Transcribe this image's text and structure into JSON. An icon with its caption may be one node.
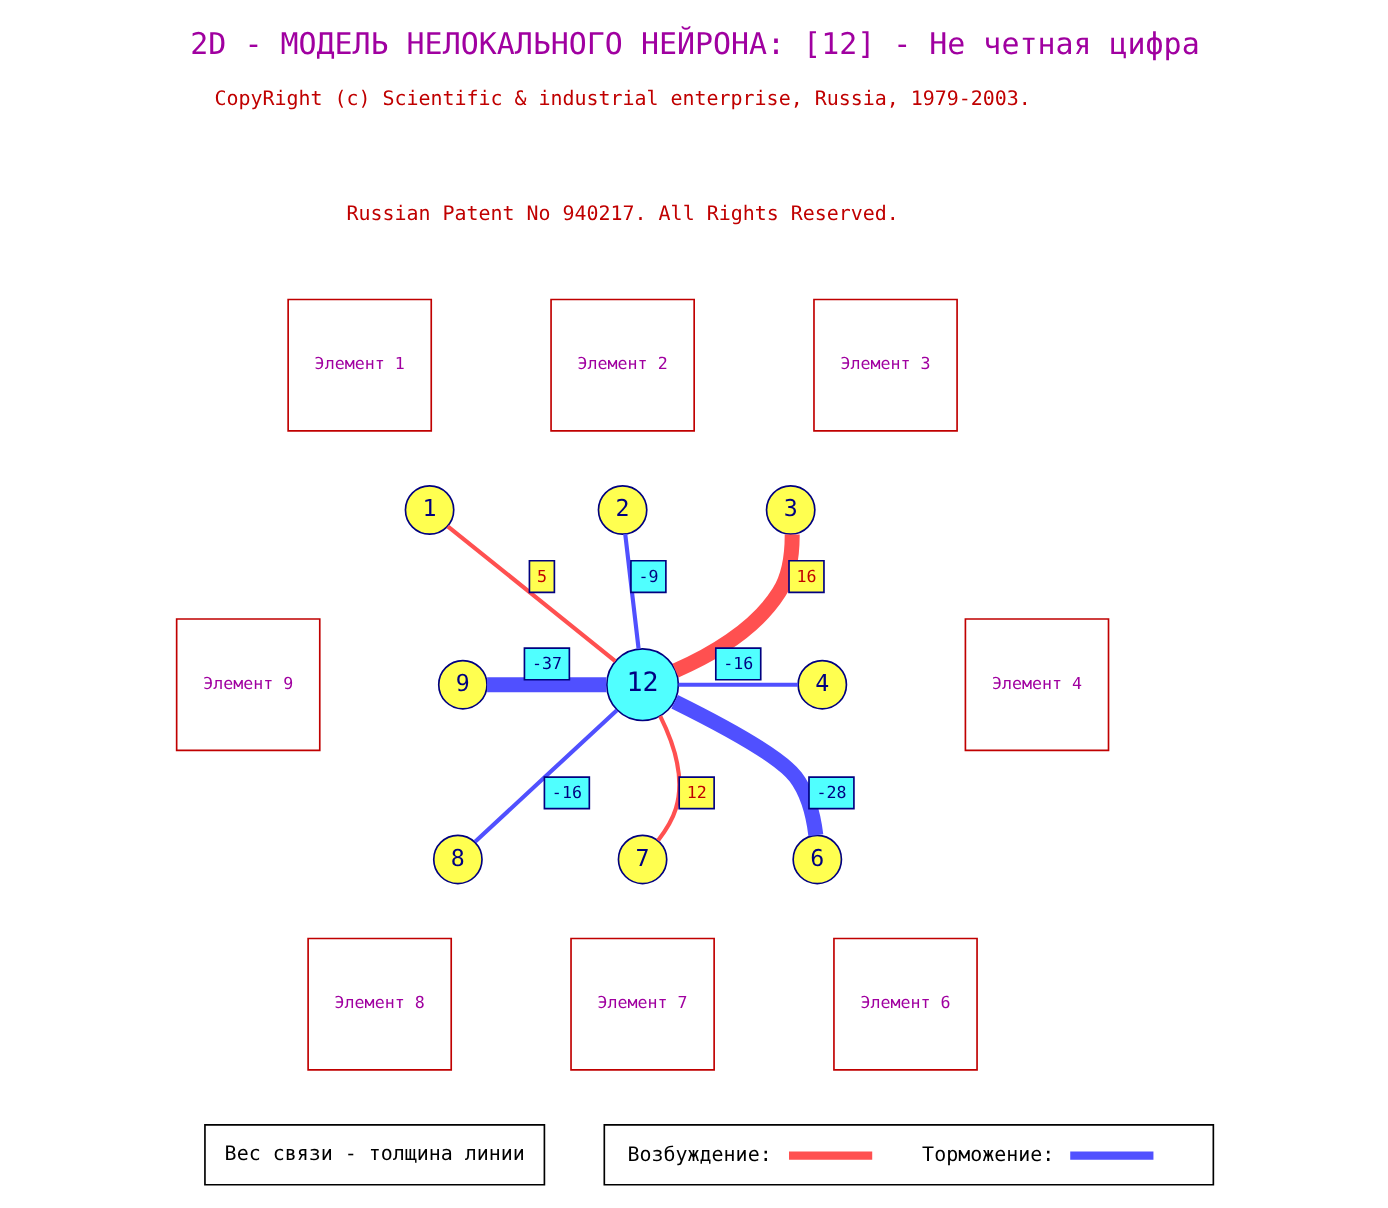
{
  "diagram": {
    "title": "2D - МОДЕЛЬ НЕЛОКАЛЬНОГО НЕЙРОНА: [12] - Не четная цифра",
    "nodes": [
      {
        "text": [
          "Элемент 2"
        ]
      },
      {
        "text": [
          "Элемент 1"
        ]
      },
      {
        "text": [
          "Элемент 3"
        ]
      },
      {
        "text": [
          "2"
        ]
      },
      {
        "text": [
          "1"
        ]
      },
      {
        "text": [
          "3"
        ]
      },
      {
        "text": [
          "Элемент 9"
        ]
      },
      {
        "text": [
          "9"
        ]
      },
      {
        "text": [
          "12"
        ]
      },
      {
        "text": [
          "4"
        ]
      },
      {
        "text": [
          "Элемент 4"
        ]
      },
      {
        "text": [
          "8"
        ]
      },
      {
        "text": [
          "6"
        ]
      },
      {
        "text": [
          "7"
        ]
      },
      {
        "text": [
          "Элемент 8"
        ]
      },
      {
        "text": [
          "Элемент 6"
        ]
      },
      {
        "text": [
          "Элемент 7"
        ]
      }
    ],
    "edges": [
      {
        "from": 4,
        "to": 8,
        "arrow": "none",
        "label": "5",
        "color": "#ff5050"
      },
      {
        "from": 3,
        "to": 8,
        "arrow": "none",
        "label": "-9"
      },
      {
        "from": 5,
        "to": 8,
        "arrow": "none",
        "label": "16",
        "color": "#ff5050",
        "style": "thick"
      },
      {
        "from": 7,
        "to": 8,
        "arrow": "none",
        "label": "-37",
        "style": "thick"
      },
      {
        "from": 9,
        "to": 8,
        "arrow": "none",
        "label": "-16"
      },
      {
        "from": 11,
        "to": 8,
        "arrow": "none",
        "label": "-16"
      },
      {
        "from": 12,
        "to": 8,
        "arrow": "none",
        "label": "-28",
        "style": "thick"
      },
      {
        "from": 13,
        "to": 8,
        "arrow": "none",
        "label": "12",
        "color": "#ff5050"
      }
    ],
    "labels": [
      "CopyRight (c) Scientific & industrial enterprise, Russia, 1979-2003.",
      "Russian Patent No 940217. All Rights Reserved.",
      "Вес связи - толщина линии"
    ],
    "legend": [
      {
        "text": "Возбуждение:",
        "color": "#ff5050"
      },
      {
        "text": "Торможение:",
        "color": "#5050ff"
      }
    ]
  }
}
